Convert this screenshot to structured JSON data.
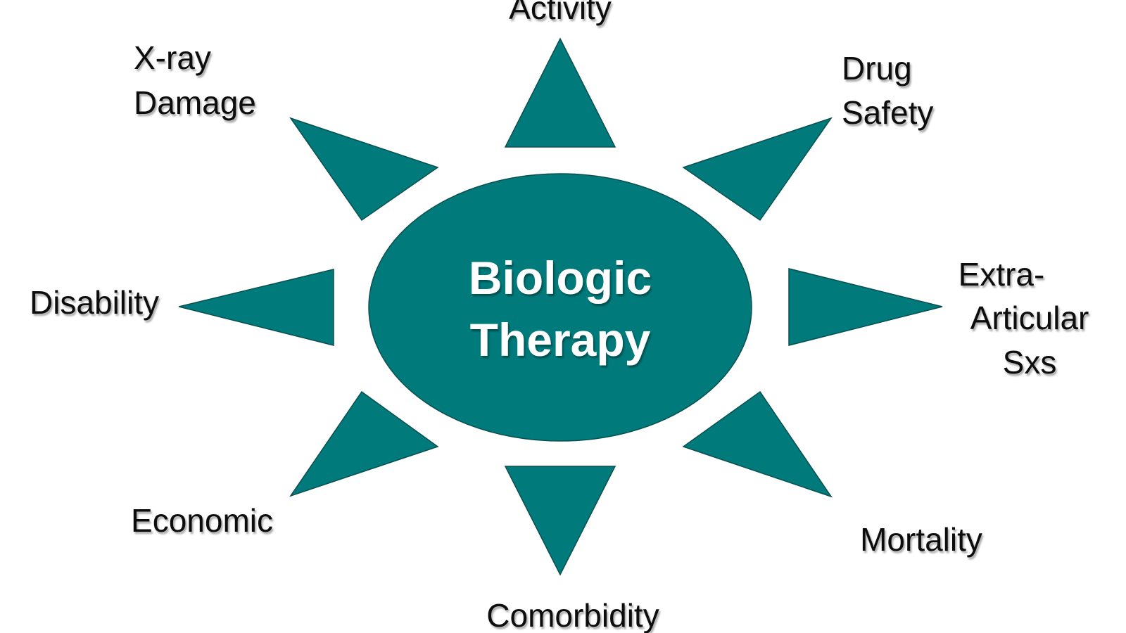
{
  "center": {
    "line1": "Biologic",
    "line2": "Therapy"
  },
  "labels": {
    "activity": "Activity",
    "drug_safety": [
      "Drug",
      "Safety"
    ],
    "extra_articular": [
      "Extra-",
      "Articular",
      "Sxs"
    ],
    "mortality": "Mortality",
    "comorbidity": "Comorbidity",
    "economic": "Economic",
    "disability": "Disability",
    "xray_damage": [
      "X-ray",
      "Damage"
    ]
  },
  "colors": {
    "shape_fill": "#007a7a",
    "text": "#111111",
    "center_text": "#ffffff"
  }
}
